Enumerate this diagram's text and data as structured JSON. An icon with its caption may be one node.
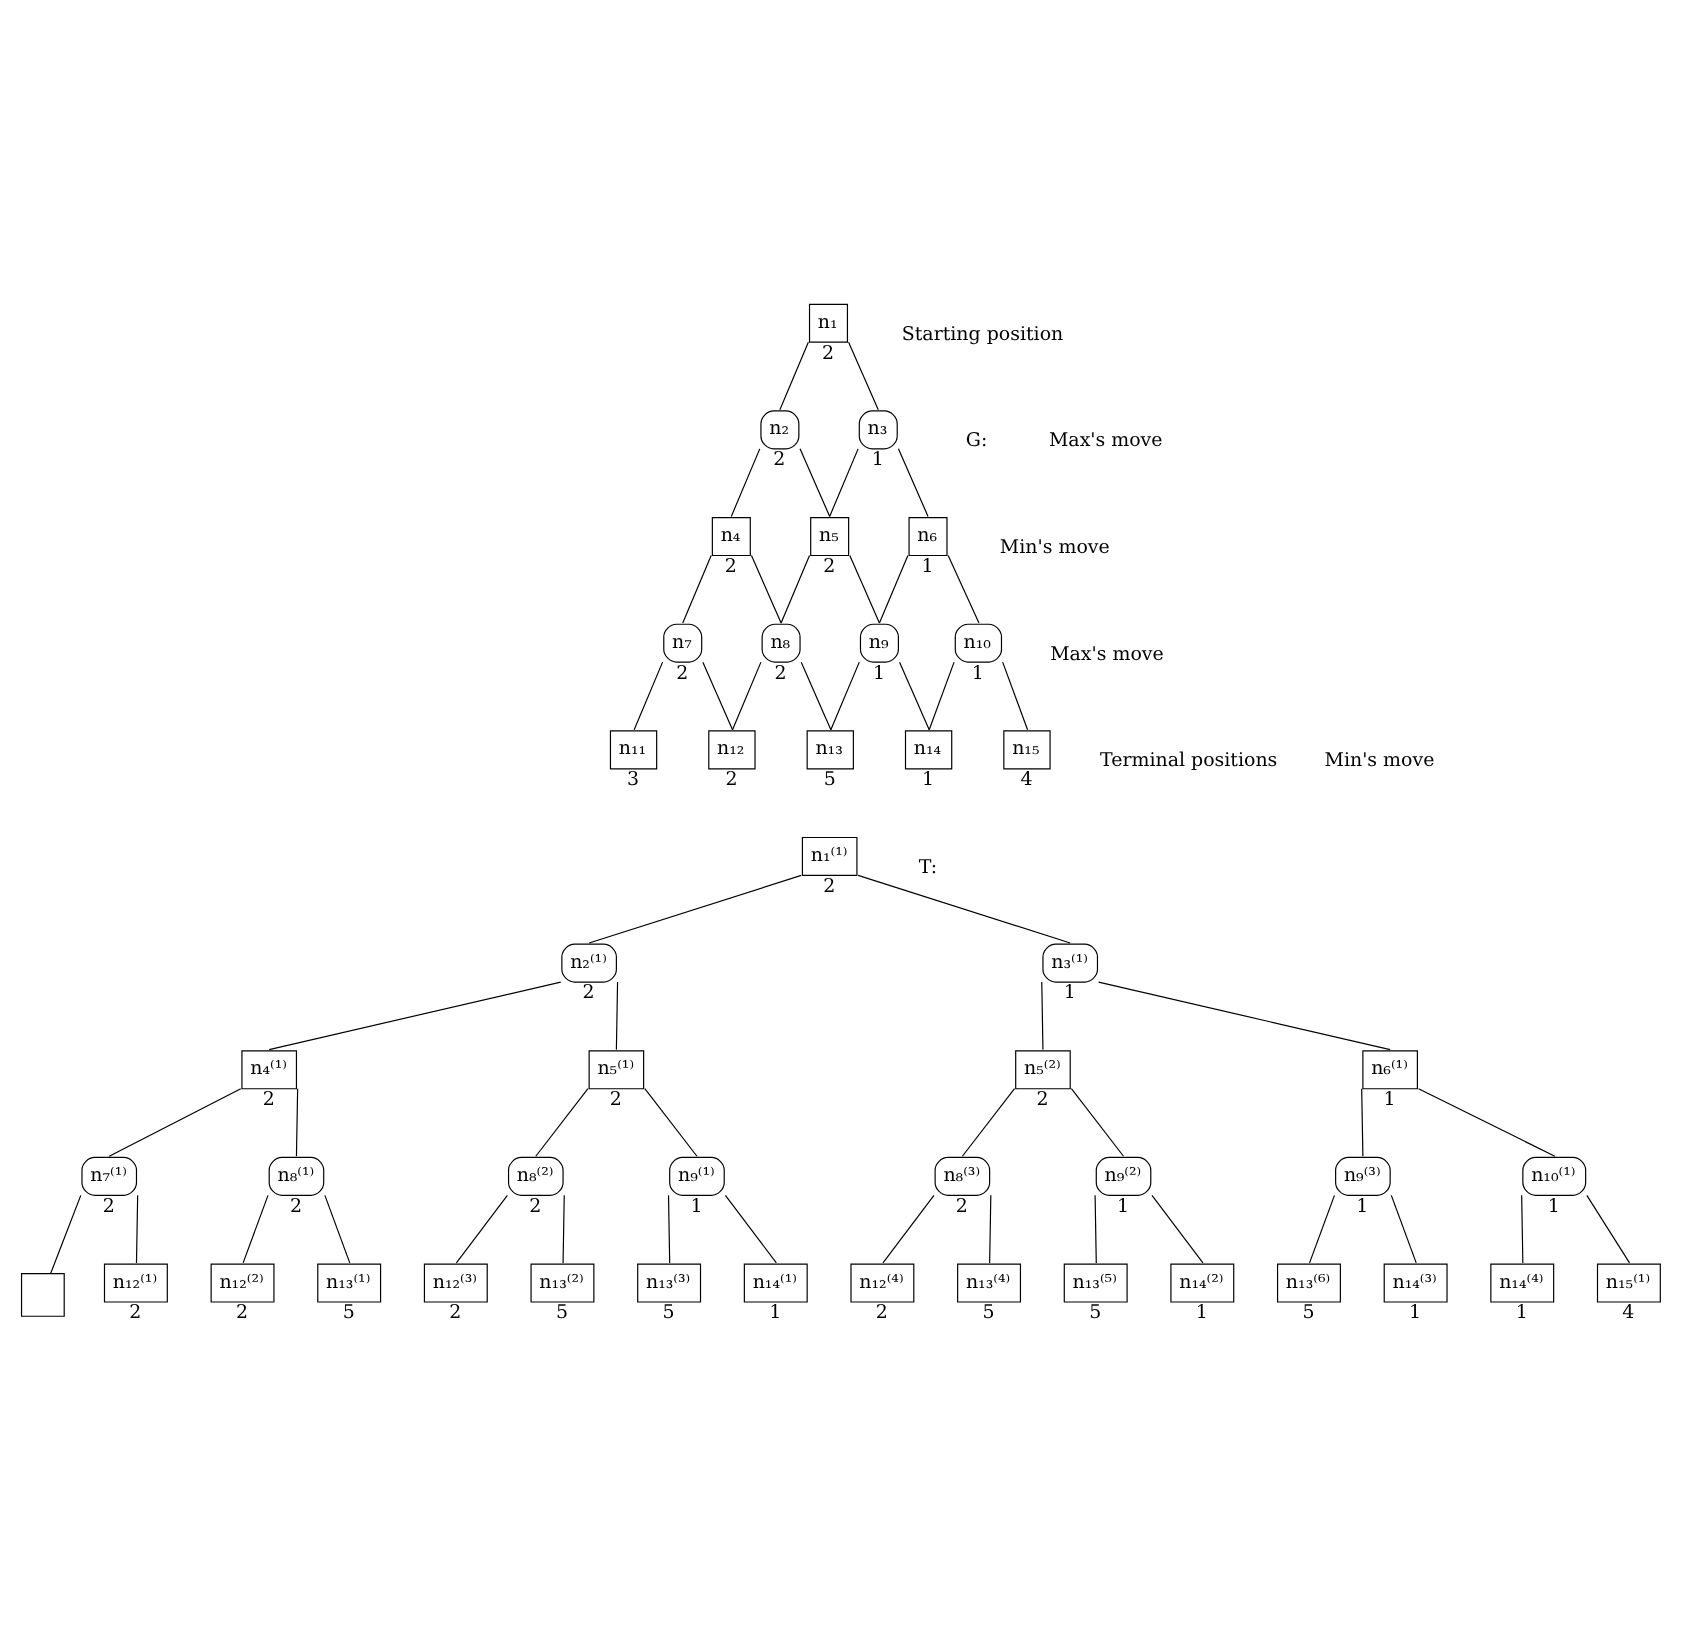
{
  "diagram": {
    "nodes": [
      {
        "text": [
          "n₁"
        ],
        "beside": [
          "2"
        ]
      },
      {
        "text": [
          "n₂"
        ],
        "beside": [
          "2"
        ]
      },
      {
        "text": [
          "n₃"
        ],
        "beside": [
          "1"
        ]
      },
      {
        "text": [
          "n₄"
        ],
        "beside": [
          "2"
        ]
      },
      {
        "text": [
          "n₅"
        ],
        "beside": [
          "2"
        ]
      },
      {
        "text": [
          "n₆"
        ],
        "beside": [
          "1"
        ]
      },
      {
        "text": [
          "n₇"
        ],
        "beside": [
          "2"
        ]
      },
      {
        "text": [
          "n₈"
        ],
        "beside": [
          "2"
        ]
      },
      {
        "text": [
          "n₉"
        ],
        "beside": [
          "1"
        ]
      },
      {
        "text": [
          "n₁₀"
        ],
        "beside": [
          "1"
        ]
      },
      {
        "text": [
          "n₁₁"
        ],
        "beside": [
          "3"
        ]
      },
      {
        "text": [
          "n₁₂"
        ],
        "beside": [
          "2"
        ]
      },
      {
        "text": [
          "n₁₃"
        ],
        "beside": [
          "5"
        ]
      },
      {
        "text": [
          "n₁₄"
        ],
        "beside": [
          "1"
        ]
      },
      {
        "text": [
          "n₁₅"
        ],
        "beside": [
          "4"
        ]
      },
      {
        "text": [
          "n₁⁽¹⁾"
        ],
        "beside": [
          "2"
        ]
      },
      {
        "text": [
          "n₂⁽¹⁾"
        ],
        "beside": [
          "2"
        ]
      },
      {
        "text": [
          "n₃⁽¹⁾"
        ],
        "beside": [
          "1"
        ]
      },
      {
        "text": [
          "n₄⁽¹⁾"
        ],
        "beside": [
          "2"
        ]
      },
      {
        "text": [
          "n₅⁽¹⁾"
        ],
        "beside": [
          "2"
        ]
      },
      {
        "text": [
          "n₅⁽²⁾"
        ],
        "beside": [
          "2"
        ]
      },
      {
        "text": [
          "n₆⁽¹⁾"
        ],
        "beside": [
          "1"
        ]
      },
      {
        "text": [
          "n₇⁽¹⁾"
        ],
        "beside": [
          "2"
        ]
      },
      {
        "text": [
          "n₈⁽¹⁾"
        ],
        "beside": [
          "2"
        ]
      },
      {
        "text": [
          "n₈⁽²⁾"
        ],
        "beside": [
          "2"
        ]
      },
      {
        "text": [
          "n₉⁽¹⁾"
        ],
        "beside": [
          "1"
        ]
      },
      {
        "text": [
          "n₈⁽³⁾"
        ],
        "beside": [
          "2"
        ]
      },
      {
        "text": [
          "n₉⁽²⁾"
        ],
        "beside": [
          "1"
        ]
      },
      {
        "text": [
          "n₉⁽³⁾"
        ],
        "beside": [
          "1"
        ]
      },
      {
        "text": [
          "n₁₀⁽¹⁾"
        ],
        "beside": [
          "1"
        ]
      },
      {
        "text": [],
        "shape": "box"
      },
      {
        "text": [
          "n₁₂⁽¹⁾"
        ],
        "beside": [
          "2"
        ]
      },
      {
        "text": [
          "n₁₂⁽²⁾"
        ],
        "beside": [
          "2"
        ]
      },
      {
        "text": [
          "n₁₃⁽¹⁾"
        ],
        "beside": [
          "5"
        ]
      },
      {
        "text": [
          "n₁₂⁽³⁾"
        ],
        "beside": [
          "2"
        ]
      },
      {
        "text": [
          "n₁₃⁽²⁾"
        ],
        "beside": [
          "5"
        ]
      },
      {
        "text": [
          "n₁₃⁽³⁾"
        ],
        "beside": [
          "5"
        ]
      },
      {
        "text": [
          "n₁₄⁽¹⁾"
        ],
        "beside": [
          "1"
        ]
      },
      {
        "text": [
          "n₁₂⁽⁴⁾"
        ],
        "beside": [
          "2"
        ]
      },
      {
        "text": [
          "n₁₃⁽⁴⁾"
        ],
        "beside": [
          "5"
        ]
      },
      {
        "text": [
          "n₁₃⁽⁵⁾"
        ],
        "beside": [
          "5"
        ]
      },
      {
        "text": [
          "n₁₄⁽²⁾"
        ],
        "beside": [
          "1"
        ]
      },
      {
        "text": [
          "n₁₃⁽⁶⁾"
        ],
        "beside": [
          "5"
        ]
      },
      {
        "text": [
          "n₁₄⁽³⁾"
        ],
        "beside": [
          "1"
        ]
      },
      {
        "text": [
          "n₁₄⁽⁴⁾"
        ],
        "beside": [
          "1"
        ]
      },
      {
        "text": [
          "n₁₅⁽¹⁾"
        ],
        "beside": [
          "4"
        ]
      }
    ],
    "edges": [
      {
        "from": 0,
        "to": 1,
        "arrow": "none"
      },
      {
        "from": 0,
        "to": 2,
        "arrow": "none"
      },
      {
        "from": 1,
        "to": 3,
        "arrow": "none"
      },
      {
        "from": 1,
        "to": 4,
        "arrow": "none"
      },
      {
        "from": 2,
        "to": 4,
        "arrow": "none"
      },
      {
        "from": 2,
        "to": 5,
        "arrow": "none"
      },
      {
        "from": 3,
        "to": 6,
        "arrow": "none"
      },
      {
        "from": 3,
        "to": 7,
        "arrow": "none"
      },
      {
        "from": 4,
        "to": 7,
        "arrow": "none"
      },
      {
        "from": 4,
        "to": 8,
        "arrow": "none"
      },
      {
        "from": 5,
        "to": 8,
        "arrow": "none"
      },
      {
        "from": 5,
        "to": 9,
        "arrow": "none"
      },
      {
        "from": 6,
        "to": 10,
        "arrow": "none"
      },
      {
        "from": 6,
        "to": 11,
        "arrow": "none"
      },
      {
        "from": 7,
        "to": 11,
        "arrow": "none"
      },
      {
        "from": 7,
        "to": 12,
        "arrow": "none"
      },
      {
        "from": 8,
        "to": 12,
        "arrow": "none"
      },
      {
        "from": 8,
        "to": 13,
        "arrow": "none"
      },
      {
        "from": 9,
        "to": 13,
        "arrow": "none"
      },
      {
        "from": 9,
        "to": 14,
        "arrow": "none"
      },
      {
        "from": 15,
        "to": 16,
        "arrow": "none"
      },
      {
        "from": 15,
        "to": 17,
        "arrow": "none"
      },
      {
        "from": 16,
        "to": 18,
        "arrow": "none"
      },
      {
        "from": 16,
        "to": 19,
        "arrow": "none"
      },
      {
        "from": 17,
        "to": 20,
        "arrow": "none"
      },
      {
        "from": 17,
        "to": 21,
        "arrow": "none"
      },
      {
        "from": 18,
        "to": 22,
        "arrow": "none"
      },
      {
        "from": 18,
        "to": 23,
        "arrow": "none"
      },
      {
        "from": 19,
        "to": 24,
        "arrow": "none"
      },
      {
        "from": 19,
        "to": 25,
        "arrow": "none"
      },
      {
        "from": 20,
        "to": 26,
        "arrow": "none"
      },
      {
        "from": 20,
        "to": 27,
        "arrow": "none"
      },
      {
        "from": 21,
        "to": 28,
        "arrow": "none"
      },
      {
        "from": 21,
        "to": 29,
        "arrow": "none"
      },
      {
        "from": 22,
        "to": 30,
        "arrow": "none"
      },
      {
        "from": 22,
        "to": 31,
        "arrow": "none"
      },
      {
        "from": 23,
        "to": 32,
        "arrow": "none"
      },
      {
        "from": 23,
        "to": 33,
        "arrow": "none"
      },
      {
        "from": 24,
        "to": 34,
        "arrow": "none"
      },
      {
        "from": 24,
        "to": 35,
        "arrow": "none"
      },
      {
        "from": 25,
        "to": 36,
        "arrow": "none"
      },
      {
        "from": 25,
        "to": 37,
        "arrow": "none"
      },
      {
        "from": 26,
        "to": 38,
        "arrow": "none"
      },
      {
        "from": 26,
        "to": 39,
        "arrow": "none"
      },
      {
        "from": 27,
        "to": 40,
        "arrow": "none"
      },
      {
        "from": 27,
        "to": 41,
        "arrow": "none"
      },
      {
        "from": 28,
        "to": 42,
        "arrow": "none"
      },
      {
        "from": 28,
        "to": 43,
        "arrow": "none"
      },
      {
        "from": 29,
        "to": 44,
        "arrow": "none"
      },
      {
        "from": 29,
        "to": 45,
        "arrow": "none"
      }
    ],
    "labels": [
      "Starting position",
      "Max's move",
      "G:",
      "Min's move",
      "Max's move",
      "Min's move",
      "Terminal positions",
      "T:"
    ]
  }
}
